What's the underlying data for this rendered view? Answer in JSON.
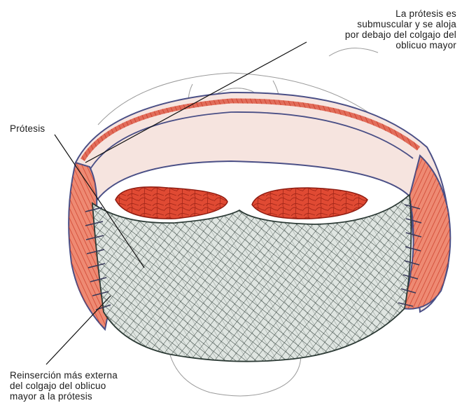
{
  "labels": {
    "top_right": {
      "lines": [
        "La prótesis es",
        "submuscular y se aloja",
        "por debajo del colgajo del",
        "oblicuo mayor"
      ]
    },
    "left": {
      "text": "Prótesis"
    },
    "bottom_left": {
      "lines": [
        "Reinserción más externa",
        "del colgajo del oblicuo",
        "mayor a la prótesis"
      ]
    }
  },
  "colors": {
    "muscle": "#d9452f",
    "muscle_light": "#ee8a73",
    "outline": "#4a4f86",
    "mesh": "#2c3a35",
    "mesh_fill": "#dfe5e1",
    "skin_line": "#9a9a9a",
    "leader_line": "#111111"
  }
}
